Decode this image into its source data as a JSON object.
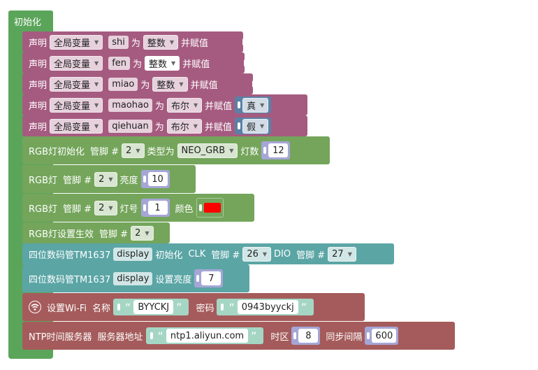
{
  "init": {
    "title": "初始化"
  },
  "colors": {
    "setup": "#5ba55b",
    "vars": "#a55b80",
    "rgb": "#74a55b",
    "tm": "#5ba5a5",
    "net": "#a55b5b",
    "logic": "#5b80a5",
    "num": "#a5a6d6",
    "text": "#a5d6c4",
    "swatch": "#ff0000"
  },
  "vars": [
    {
      "declare": "声明",
      "scope": "全局变量",
      "name": "shi",
      "as": "为",
      "type": "整数",
      "assign": "并赋值",
      "value": ""
    },
    {
      "declare": "声明",
      "scope": "全局变量",
      "name": "fen",
      "as": "为",
      "type": "整数",
      "assign": "并赋值",
      "value": ""
    },
    {
      "declare": "声明",
      "scope": "全局变量",
      "name": "miao",
      "as": "为",
      "type": "整数",
      "assign": "并赋值",
      "value": ""
    },
    {
      "declare": "声明",
      "scope": "全局变量",
      "name": "maohao",
      "as": "为",
      "type": "布尔",
      "assign": "并赋值",
      "value": "真"
    },
    {
      "declare": "声明",
      "scope": "全局变量",
      "name": "qiehuan",
      "as": "为",
      "type": "布尔",
      "assign": "并赋值",
      "value": "假"
    }
  ],
  "rgb_init": {
    "label": "RGB灯初始化",
    "pin_label": "管脚 #",
    "pin": "2",
    "type_label": "类型为",
    "type": "NEO_GRB",
    "count_label": "灯数",
    "count": "12"
  },
  "rgb_bright": {
    "label": "RGB灯",
    "pin_label": "管脚 #",
    "pin": "2",
    "bright_label": "亮度",
    "bright": "10"
  },
  "rgb_color": {
    "label": "RGB灯",
    "pin_label": "管脚 #",
    "pin": "2",
    "num_label": "灯号",
    "num": "1",
    "color_label": "颜色"
  },
  "rgb_show": {
    "label": "RGB灯设置生效",
    "pin_label": "管脚 #",
    "pin": "2"
  },
  "tm_init": {
    "label": "四位数码管TM1637",
    "name": "display",
    "init": "初始化",
    "clk_label": "CLK",
    "clk_pin_label": "管脚 #",
    "clk": "26",
    "dio_label": "DIO",
    "dio_pin_label": "管脚 #",
    "dio": "27"
  },
  "tm_bright": {
    "label": "四位数码管TM1637",
    "name": "display",
    "bright_label": "设置亮度",
    "bright": "7"
  },
  "wifi": {
    "icon": "wifi-icon",
    "label": "设置Wi-Fi",
    "name_label": "名称",
    "ssid": "BYYCKJ",
    "pwd_label": "密码",
    "pwd": "0943byyckj",
    "open_quote": "“",
    "close_quote": "”"
  },
  "ntp": {
    "label": "NTP时间服务器",
    "server_label": "服务器地址",
    "server": "ntp1.aliyun.com",
    "tz_label": "时区",
    "tz": "8",
    "sync_label": "同步间隔",
    "sync": "600",
    "open_quote": "“",
    "close_quote": "”"
  }
}
